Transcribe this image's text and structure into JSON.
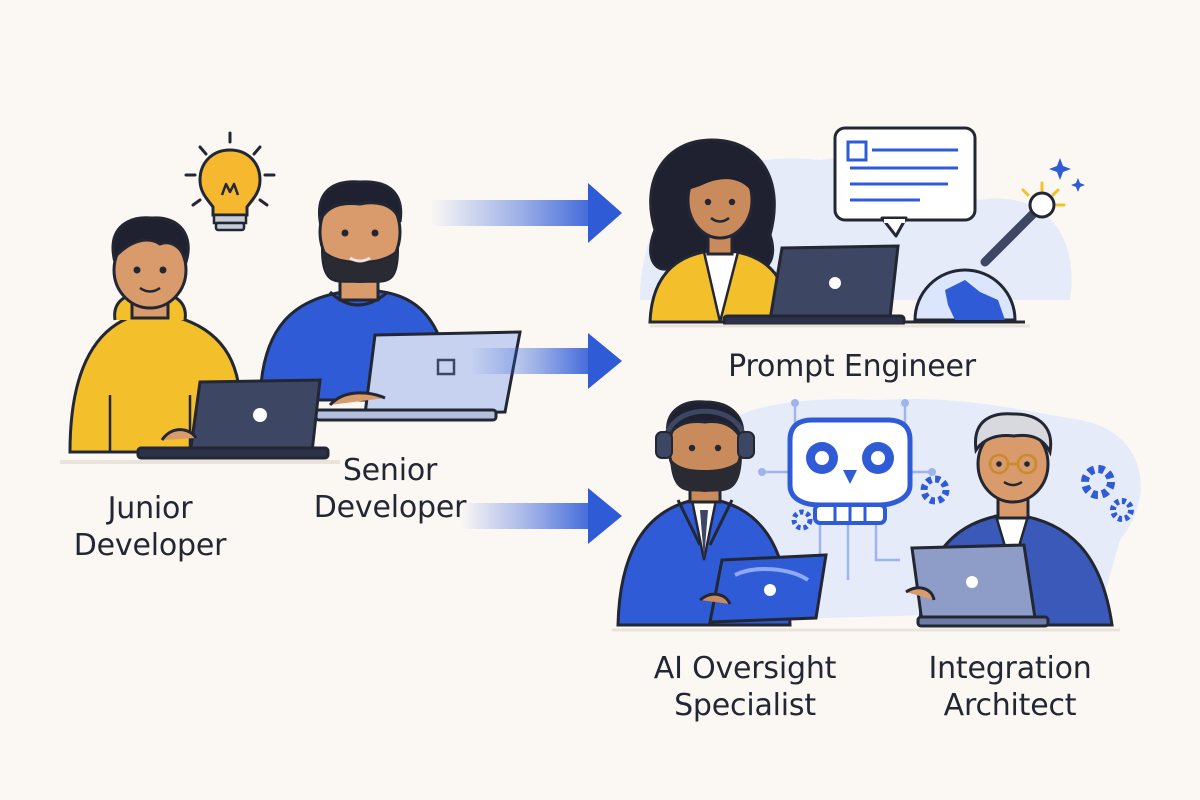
{
  "roles": {
    "junior": {
      "line1": "Junior",
      "line2": "Developer"
    },
    "senior": {
      "line1": "Senior",
      "line2": "Developer"
    },
    "prompt": {
      "label": "Prompt Engineer"
    },
    "oversight": {
      "line1": "AI Oversight",
      "line2": "Specialist"
    },
    "integration": {
      "line1": "Integration",
      "line2": "Architect"
    }
  },
  "colors": {
    "accent_blue": "#2f5bd7",
    "light_blue": "#dbe5fb",
    "hoodie_yellow": "#f3c02c",
    "laptop_navy": "#3d4663",
    "background": "#fbf8f4"
  },
  "icons": [
    "lightbulb-icon",
    "arrow-right-icon",
    "chat-bubble-icon",
    "robot-icon",
    "gear-icon",
    "globe-icon",
    "wand-icon",
    "sparkle-icon",
    "headset-icon"
  ]
}
